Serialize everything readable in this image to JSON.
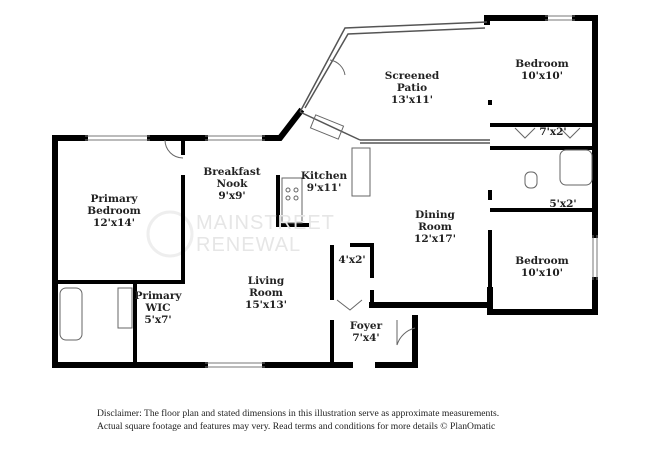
{
  "rooms": {
    "screened_patio": {
      "name_line1": "Screened",
      "name_line2": "Patio",
      "dim": "13'x11'"
    },
    "bedroom_top": {
      "name": "Bedroom",
      "dim": "10'x10'"
    },
    "closet_top": {
      "dim": "7'x2'"
    },
    "primary_bedroom": {
      "name_line1": "Primary",
      "name_line2": "Bedroom",
      "dim": "12'x14'"
    },
    "breakfast_nook": {
      "name_line1": "Breakfast",
      "name_line2": "Nook",
      "dim": "9'x9'"
    },
    "kitchen": {
      "name": "Kitchen",
      "dim": "9'x11'"
    },
    "dining_room": {
      "name_line1": "Dining",
      "name_line2": "Room",
      "dim": "12'x17'"
    },
    "closet_mid": {
      "dim": "5'x2'"
    },
    "bedroom_bottom": {
      "name": "Bedroom",
      "dim": "10'x10'"
    },
    "closet_small": {
      "dim": "4'x2'"
    },
    "living_room": {
      "name_line1": "Living",
      "name_line2": "Room",
      "dim": "15'x13'"
    },
    "primary_wic": {
      "name_line1": "Primary",
      "name_line2": "WIC",
      "dim": "5'x7'"
    },
    "foyer": {
      "name": "Foyer",
      "dim": "7'x4'"
    }
  },
  "watermark": {
    "line1": "MAINSTREET",
    "line2": "RENEWAL"
  },
  "disclaimer": {
    "line1": "Disclaimer: The floor plan and stated dimensions in this illustration serve as approximate measurements.",
    "line2": "Actual square footage and features may very. Read terms and conditions for more details © PlanOmatic"
  }
}
